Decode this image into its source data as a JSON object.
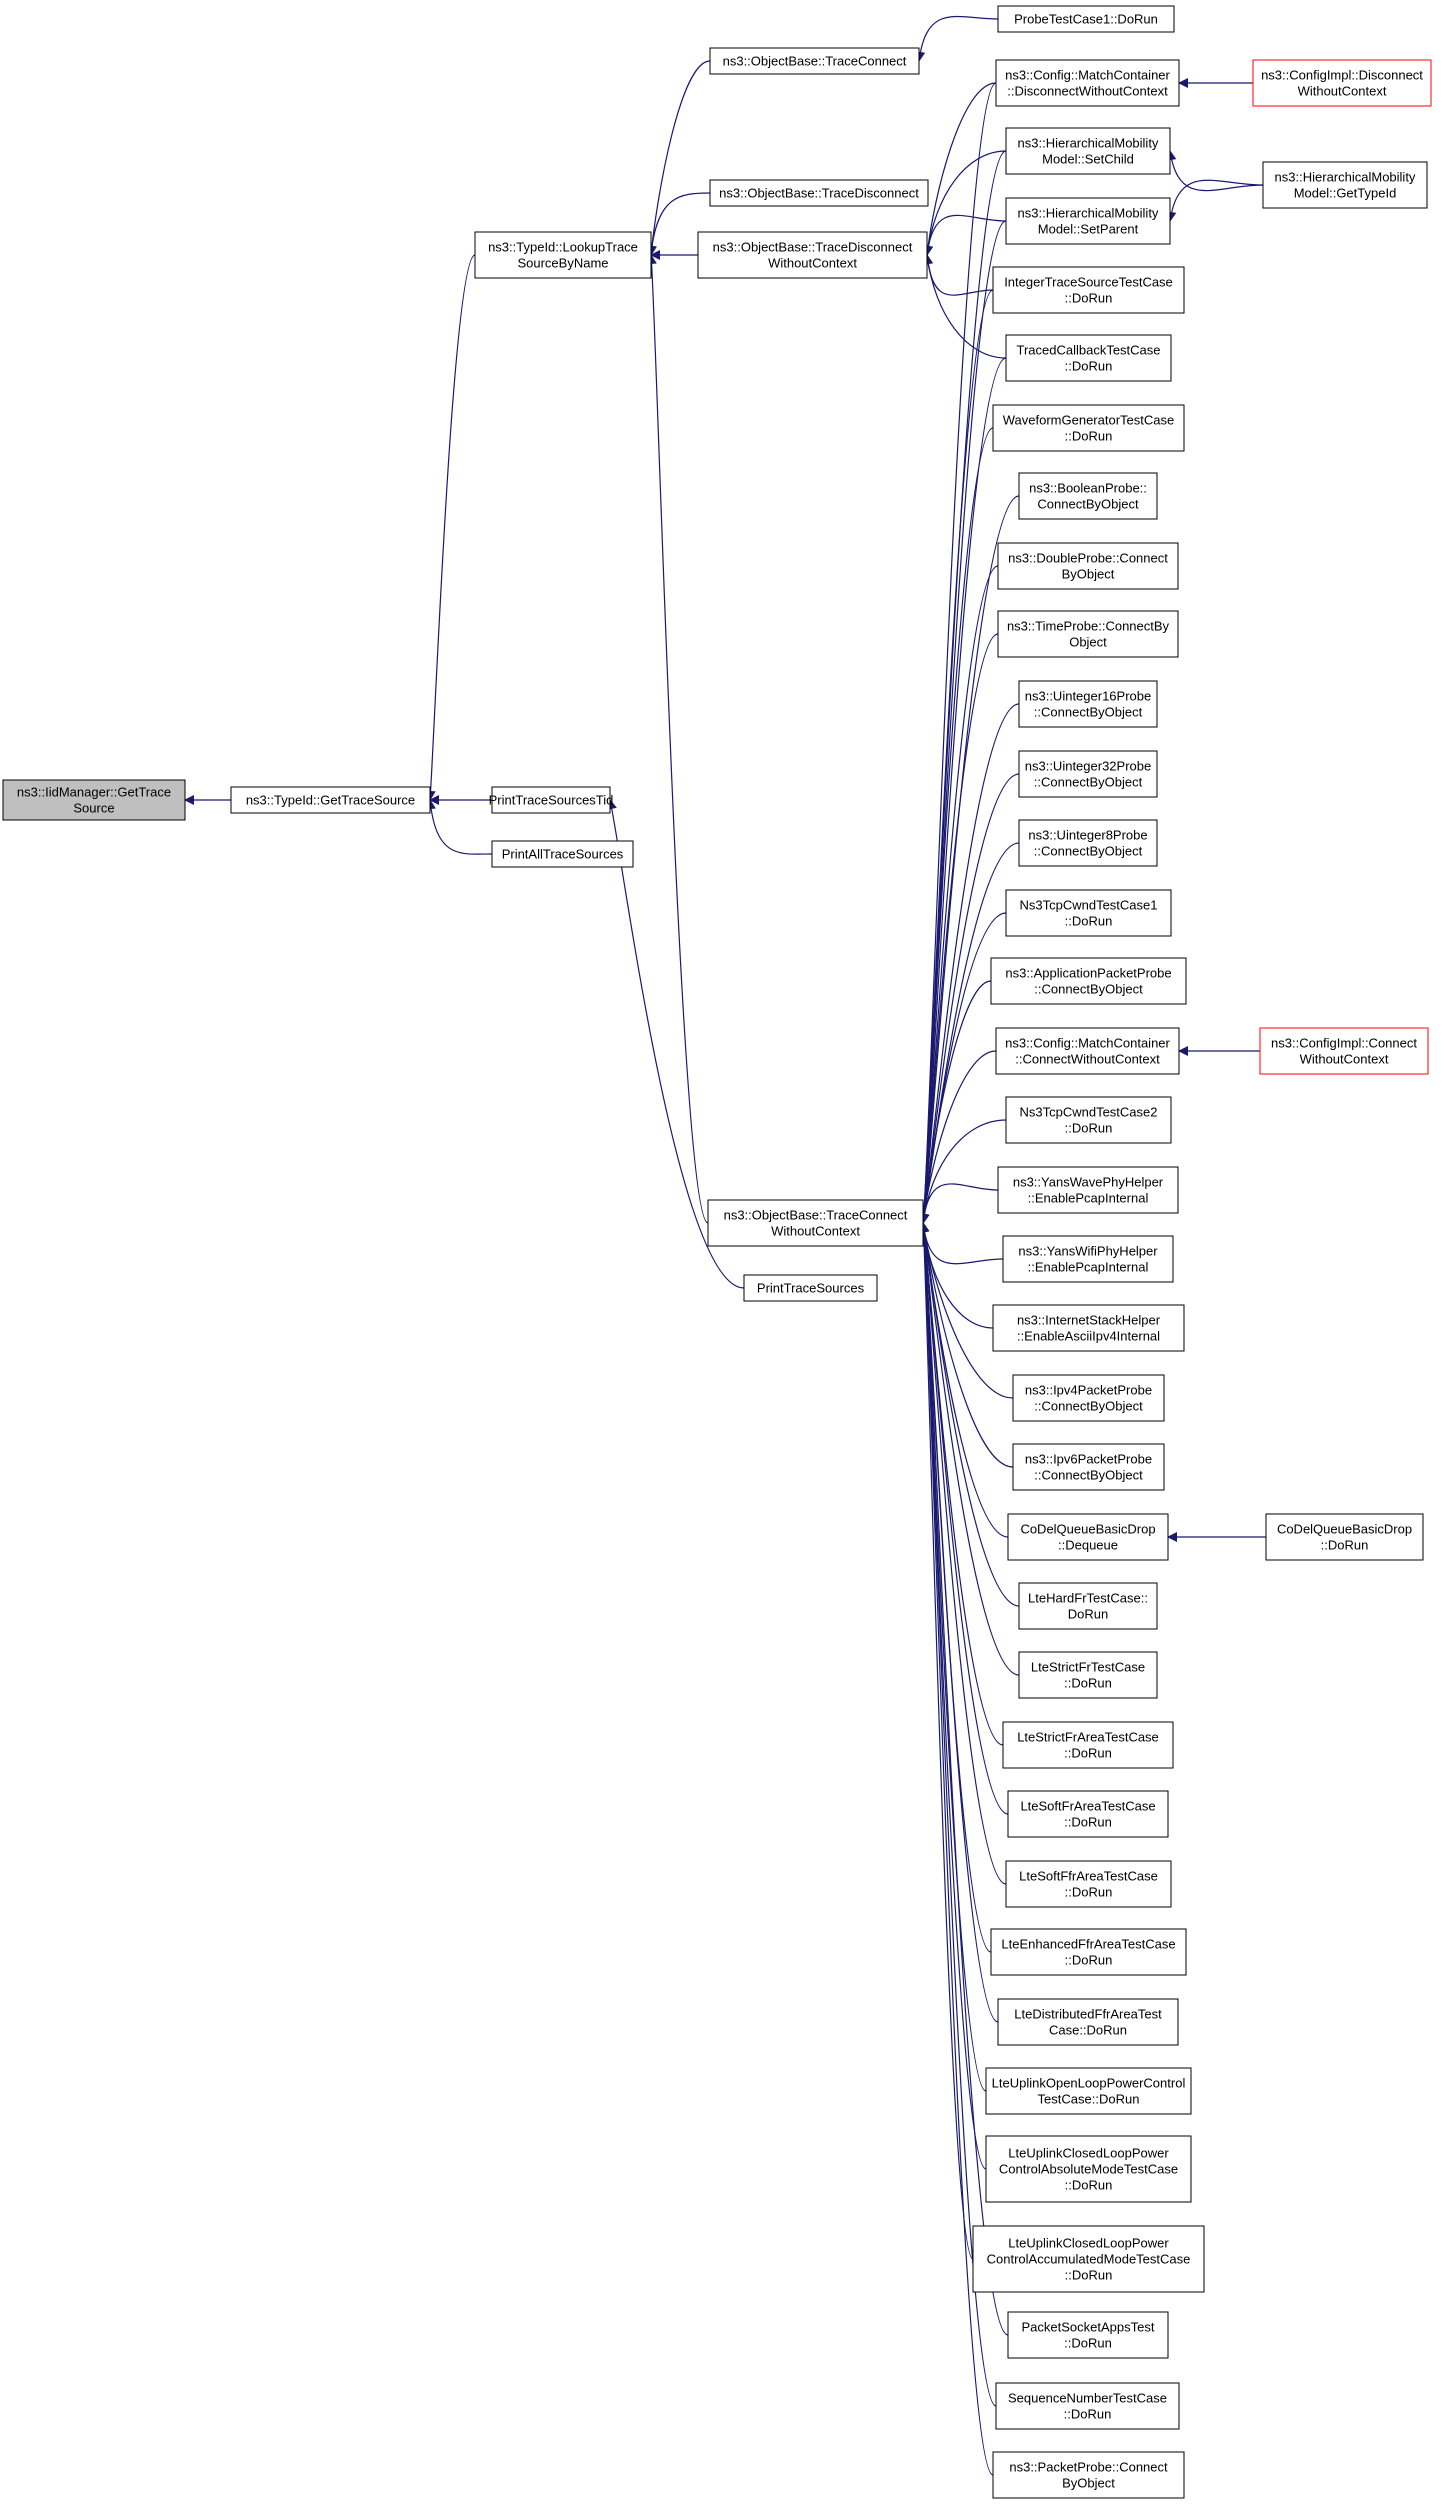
{
  "colors": {
    "edge": "#191970",
    "border": "#000000",
    "external_border": "#ff0000",
    "root_fill": "#bfbfbf",
    "fill": "#ffffff"
  },
  "nodes": {
    "root": [
      "ns3::IidManager::GetTrace",
      "Source"
    ],
    "getTraceSource": [
      "ns3::TypeId::GetTraceSource"
    ],
    "lookup": [
      "ns3::TypeId::LookupTrace",
      "SourceByName"
    ],
    "printTid": [
      "PrintTraceSourcesTid"
    ],
    "printAll": [
      "PrintAllTraceSources"
    ],
    "printSources": [
      "PrintTraceSources"
    ],
    "traceConnect": [
      "ns3::ObjectBase::TraceConnect"
    ],
    "traceDisconnect": [
      "ns3::ObjectBase::TraceDisconnect"
    ],
    "tdwc": [
      "ns3::ObjectBase::TraceDisconnect",
      "WithoutContext"
    ],
    "tcwc": [
      "ns3::ObjectBase::TraceConnect",
      "WithoutContext"
    ],
    "probeTest": [
      "ProbeTestCase1::DoRun"
    ],
    "mcDisconnect": [
      "ns3::Config::MatchContainer",
      "::DisconnectWithoutContext"
    ],
    "hmSetChild": [
      "ns3::HierarchicalMobility",
      "Model::SetChild"
    ],
    "hmSetParent": [
      "ns3::HierarchicalMobility",
      "Model::SetParent"
    ],
    "intTrace": [
      "IntegerTraceSourceTestCase",
      "::DoRun"
    ],
    "tracedCb": [
      "TracedCallbackTestCase",
      "::DoRun"
    ],
    "waveform": [
      "WaveformGeneratorTestCase",
      "::DoRun"
    ],
    "boolProbe": [
      "ns3::BooleanProbe::",
      "ConnectByObject"
    ],
    "doubleProbe": [
      "ns3::DoubleProbe::Connect",
      "ByObject"
    ],
    "timeProbe": [
      "ns3::TimeProbe::ConnectBy",
      "Object"
    ],
    "u16Probe": [
      "ns3::Uinteger16Probe",
      "::ConnectByObject"
    ],
    "u32Probe": [
      "ns3::Uinteger32Probe",
      "::ConnectByObject"
    ],
    "u8Probe": [
      "ns3::Uinteger8Probe",
      "::ConnectByObject"
    ],
    "tcpCwnd1": [
      "Ns3TcpCwndTestCase1",
      "::DoRun"
    ],
    "appPacketProbe": [
      "ns3::ApplicationPacketProbe",
      "::ConnectByObject"
    ],
    "mcConnect": [
      "ns3::Config::MatchContainer",
      "::ConnectWithoutContext"
    ],
    "tcpCwnd2": [
      "Ns3TcpCwndTestCase2",
      "::DoRun"
    ],
    "yansWave": [
      "ns3::YansWavePhyHelper",
      "::EnablePcapInternal"
    ],
    "yansWifi": [
      "ns3::YansWifiPhyHelper",
      "::EnablePcapInternal"
    ],
    "inetStack": [
      "ns3::InternetStackHelper",
      "::EnableAsciiIpv4Internal"
    ],
    "ipv4Probe": [
      "ns3::Ipv4PacketProbe",
      "::ConnectByObject"
    ],
    "ipv6Probe": [
      "ns3::Ipv6PacketProbe",
      "::ConnectByObject"
    ],
    "codelDequeue": [
      "CoDelQueueBasicDrop",
      "::Dequeue"
    ],
    "lteHardFr": [
      "LteHardFrTestCase::",
      "DoRun"
    ],
    "lteStrictFr": [
      "LteStrictFrTestCase",
      "::DoRun"
    ],
    "lteStrictFrArea": [
      "LteStrictFrAreaTestCase",
      "::DoRun"
    ],
    "lteSoftFrArea": [
      "LteSoftFrAreaTestCase",
      "::DoRun"
    ],
    "lteSoftFfrArea": [
      "LteSoftFfrAreaTestCase",
      "::DoRun"
    ],
    "lteEnhanced": [
      "LteEnhancedFfrAreaTestCase",
      "::DoRun"
    ],
    "lteDistributed": [
      "LteDistributedFfrAreaTest",
      "Case::DoRun"
    ],
    "lteOpenLoop": [
      "LteUplinkOpenLoopPowerControl",
      "TestCase::DoRun"
    ],
    "lteClosedAbs": [
      "LteUplinkClosedLoopPower",
      "ControlAbsoluteModeTestCase",
      "::DoRun"
    ],
    "lteClosedAcc": [
      "LteUplinkClosedLoopPower",
      "ControlAccumulatedModeTestCase",
      "::DoRun"
    ],
    "packetSocket": [
      "PacketSocketAppsTest",
      "::DoRun"
    ],
    "seqNumber": [
      "SequenceNumberTestCase",
      "::DoRun"
    ],
    "packetProbe": [
      "ns3::PacketProbe::Connect",
      "ByObject"
    ],
    "cfgImplDisconnect": [
      "ns3::ConfigImpl::Disconnect",
      "WithoutContext"
    ],
    "hmGetTypeId": [
      "ns3::HierarchicalMobility",
      "Model::GetTypeId"
    ],
    "cfgImplConnect": [
      "ns3::ConfigImpl::Connect",
      "WithoutContext"
    ],
    "codelDoRun": [
      "CoDelQueueBasicDrop",
      "::DoRun"
    ]
  },
  "edges": [
    [
      "getTraceSource",
      "root"
    ],
    [
      "lookup",
      "getTraceSource"
    ],
    [
      "printTid",
      "getTraceSource"
    ],
    [
      "printAll",
      "getTraceSource"
    ],
    [
      "printSources",
      "printTid"
    ],
    [
      "traceConnect",
      "lookup"
    ],
    [
      "traceDisconnect",
      "lookup"
    ],
    [
      "tdwc",
      "lookup"
    ],
    [
      "tcwc",
      "lookup"
    ],
    [
      "probeTest",
      "traceConnect"
    ],
    [
      "mcDisconnect",
      "tdwc"
    ],
    [
      "hmSetChild",
      "tdwc"
    ],
    [
      "hmSetParent",
      "tdwc"
    ],
    [
      "intTrace",
      "tdwc"
    ],
    [
      "tracedCb",
      "tdwc"
    ],
    [
      "cfgImplDisconnect",
      "mcDisconnect"
    ],
    [
      "hmGetTypeId",
      "hmSetChild"
    ],
    [
      "hmGetTypeId",
      "hmSetParent"
    ],
    [
      "cfgImplConnect",
      "mcConnect"
    ],
    [
      "codelDoRun",
      "codelDequeue"
    ],
    [
      "mcDisconnect",
      "tcwc"
    ],
    [
      "hmSetChild",
      "tcwc"
    ],
    [
      "hmSetParent",
      "tcwc"
    ],
    [
      "intTrace",
      "tcwc"
    ],
    [
      "tracedCb",
      "tcwc"
    ],
    [
      "waveform",
      "tcwc"
    ],
    [
      "boolProbe",
      "tcwc"
    ],
    [
      "doubleProbe",
      "tcwc"
    ],
    [
      "timeProbe",
      "tcwc"
    ],
    [
      "u16Probe",
      "tcwc"
    ],
    [
      "u32Probe",
      "tcwc"
    ],
    [
      "u8Probe",
      "tcwc"
    ],
    [
      "tcpCwnd1",
      "tcwc"
    ],
    [
      "appPacketProbe",
      "tcwc"
    ],
    [
      "mcConnect",
      "tcwc"
    ],
    [
      "tcpCwnd2",
      "tcwc"
    ],
    [
      "yansWave",
      "tcwc"
    ],
    [
      "yansWifi",
      "tcwc"
    ],
    [
      "inetStack",
      "tcwc"
    ],
    [
      "ipv4Probe",
      "tcwc"
    ],
    [
      "ipv6Probe",
      "tcwc"
    ],
    [
      "codelDequeue",
      "tcwc"
    ],
    [
      "lteHardFr",
      "tcwc"
    ],
    [
      "lteStrictFr",
      "tcwc"
    ],
    [
      "lteStrictFrArea",
      "tcwc"
    ],
    [
      "lteSoftFrArea",
      "tcwc"
    ],
    [
      "lteSoftFfrArea",
      "tcwc"
    ],
    [
      "lteEnhanced",
      "tcwc"
    ],
    [
      "lteDistributed",
      "tcwc"
    ],
    [
      "lteOpenLoop",
      "tcwc"
    ],
    [
      "lteClosedAbs",
      "tcwc"
    ],
    [
      "lteClosedAcc",
      "tcwc"
    ],
    [
      "packetSocket",
      "tcwc"
    ],
    [
      "seqNumber",
      "tcwc"
    ],
    [
      "packetProbe",
      "tcwc"
    ]
  ]
}
